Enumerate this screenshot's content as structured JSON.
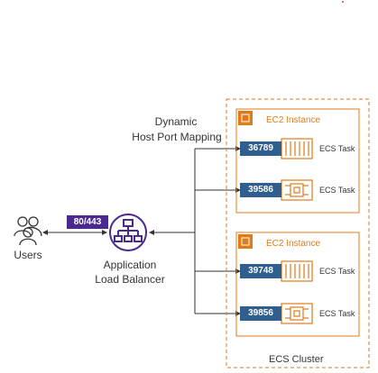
{
  "diagram": {
    "mapping_label_line1": "Dynamic",
    "mapping_label_line2": "Host Port Mapping",
    "users_label": "Users",
    "alb_port": "80/443",
    "alb_label_line1": "Application",
    "alb_label_line2": "Load Balancer",
    "cluster_label": "ECS Cluster",
    "instances": [
      {
        "title": "EC2 Instance",
        "tasks": [
          {
            "port": "36789",
            "label": "ECS Task"
          },
          {
            "port": "39586",
            "label": "ECS Task"
          }
        ]
      },
      {
        "title": "EC2 Instance",
        "tasks": [
          {
            "port": "39748",
            "label": "ECS Task"
          },
          {
            "port": "39856",
            "label": "ECS Task"
          }
        ]
      }
    ],
    "colors": {
      "ec2_orange": "#e07b1a",
      "port_blue": "#2f5f8f",
      "alb_purple": "#4b2a8f",
      "cluster_border": "#d27b2e"
    }
  }
}
